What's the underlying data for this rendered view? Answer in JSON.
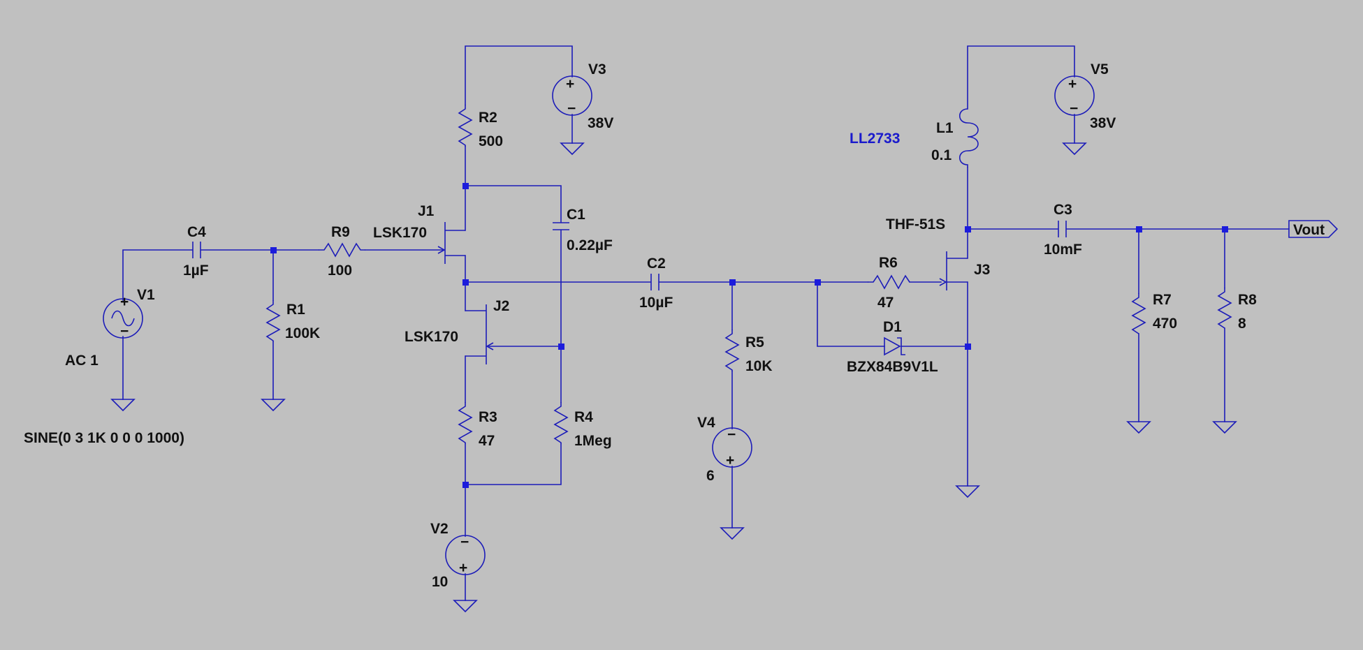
{
  "colors": {
    "background": "#c0c0c0",
    "wire": "#1c1cb8",
    "junction": "#1c1cdc",
    "text": "#111111",
    "directive": "#1a1acc"
  },
  "components": {
    "V1": {
      "name": "V1",
      "value": "AC 1",
      "spice": "SINE(0 3 1K 0 0 0 1000)"
    },
    "C4": {
      "name": "C4",
      "value": "1µF"
    },
    "R9": {
      "name": "R9",
      "value": "100"
    },
    "R1": {
      "name": "R1",
      "value": "100K"
    },
    "J1": {
      "name": "J1",
      "model": "LSK170"
    },
    "J2": {
      "name": "J2",
      "model": "LSK170"
    },
    "R2": {
      "name": "R2",
      "value": "500"
    },
    "V3": {
      "name": "V3",
      "value": "38V"
    },
    "C1": {
      "name": "C1",
      "value": "0.22µF"
    },
    "R3": {
      "name": "R3",
      "value": "47"
    },
    "R4": {
      "name": "R4",
      "value": "1Meg"
    },
    "V2": {
      "name": "V2",
      "value": "10"
    },
    "C2": {
      "name": "C2",
      "value": "10µF"
    },
    "R5": {
      "name": "R5",
      "value": "10K"
    },
    "V4": {
      "name": "V4",
      "value": "6"
    },
    "R6": {
      "name": "R6",
      "value": "47"
    },
    "D1": {
      "name": "D1",
      "model": "BZX84B9V1L"
    },
    "J3": {
      "name": "J3",
      "model": "THF-51S"
    },
    "L1": {
      "name": "L1",
      "value": "0.1"
    },
    "V5": {
      "name": "V5",
      "value": "38V"
    },
    "C3": {
      "name": "C3",
      "value": "10mF"
    },
    "R7": {
      "name": "R7",
      "value": "470"
    },
    "R8": {
      "name": "R8",
      "value": "8"
    }
  },
  "directives": {
    "inductor_part": "LL2733"
  },
  "net_labels": {
    "vout": "Vout"
  },
  "symbols": {
    "plus": "+",
    "minus": "−"
  }
}
